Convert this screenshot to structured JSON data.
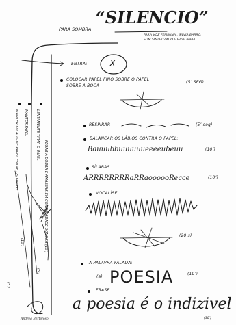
{
  "header": {
    "line1": "PARA SOMBRA",
    "title": "“SILENCIO”",
    "subtitle_line1": "PARA VOZ FEMININA , SILVIA BARRO,",
    "subtitle_line2": "SOM SINTETIZADO E BASE PAPEL."
  },
  "entry": {
    "label": "ENTRA:",
    "symbol": "X"
  },
  "steps": [
    {
      "text_line1": "COLOCAR PAPEL FINO SOBRE O PAPEL",
      "text_line2": "SOBRE A BOCA",
      "time": "(5’ SEG)"
    },
    {
      "text": "RESPIRAR",
      "time": "(5’ seg)"
    },
    {
      "text": "BALANCAR OS LÁBIOS CONTRA O PAPEL:",
      "time": "(10’)"
    },
    {
      "text": "SÍLABAS :",
      "time": "(10’)"
    },
    {
      "text": "VOCALÍSE:",
      "time": "(20 s)"
    },
    {
      "text": "A PALAVRA FALADA:",
      "time": "(10’)"
    },
    {
      "text": "FRASE :",
      "time": "(30’)"
    }
  ],
  "scribbles": {
    "balancar": "Bauuubbuuuuuueeeeubeuu",
    "silabas": "ARRRRRRRRaRRaoooooRecce",
    "poesia_label": "(a)",
    "poesia": "POESIA",
    "frase": "a poesia é o indizivel"
  },
  "left_margin": {
    "col1": "MANTER O CAOS DE PAPEL ENTRE OS DEDOS",
    "col2": "MANTER PAPEL",
    "col3": "LENTAMENTE TIRAR O PAPEL",
    "col4": "PEGAR A DOBRA E AMASSAR EM CONTINUIDADE SONORA (10’)",
    "time_a": "(5’)",
    "time_b": "(10’)",
    "time_c": "(5’)"
  },
  "signature": "Andréa Bertoloso"
}
